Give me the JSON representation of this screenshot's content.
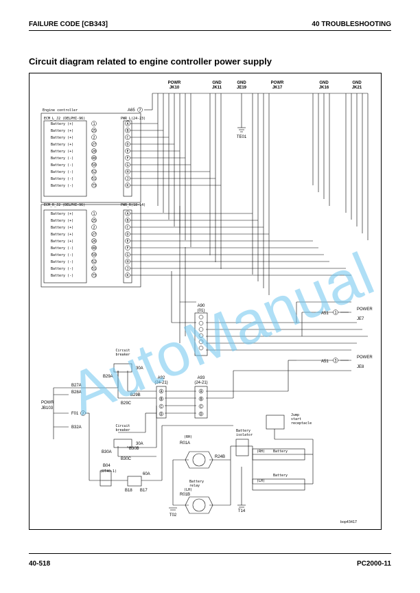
{
  "header": {
    "left": "FAILURE CODE [CB343]",
    "right": "40 TROUBLESHOOTING"
  },
  "title": "Circuit diagram related to engine controller power supply",
  "footer": {
    "left": "40-518",
    "right": "PC2000-11"
  },
  "watermark": "AutoManual",
  "diagram": {
    "top_connectors": [
      {
        "l1": "POWR",
        "l2": "JK10"
      },
      {
        "l1": "GND",
        "l2": "JK11"
      },
      {
        "l1": "GND",
        "l2": "JE19"
      },
      {
        "l1": "POWR",
        "l2": "JK17"
      },
      {
        "l1": "GND",
        "l2": "JK16"
      },
      {
        "l1": "GND",
        "l2": "JK21"
      }
    ],
    "a65": "A65",
    "a65_pin": "7",
    "te01": "TE01",
    "engine_controller": "Engine controller",
    "ecm1": {
      "header": "ECM_L_J2 (DELPHI-96)",
      "pwr": "PWR_L(24-23)",
      "rows": [
        {
          "label": "Battery (+)",
          "pin": "1",
          "letter": "A"
        },
        {
          "label": "Battery (+)",
          "pin": "25",
          "letter": "B"
        },
        {
          "label": "Battery (+)",
          "pin": "2",
          "letter": "C"
        },
        {
          "label": "Battery (+)",
          "pin": "27",
          "letter": "D"
        },
        {
          "label": "Battery (+)",
          "pin": "28",
          "letter": "E"
        },
        {
          "label": "Battery (-)",
          "pin": "48",
          "letter": "F"
        },
        {
          "label": "Battery (-)",
          "pin": "50",
          "letter": "G"
        },
        {
          "label": "Battery (-)",
          "pin": "52",
          "letter": "H"
        },
        {
          "label": "Battery (-)",
          "pin": "51",
          "letter": "J"
        },
        {
          "label": "Battery (-)",
          "pin": "73",
          "letter": "K"
        }
      ]
    },
    "ecm2": {
      "header": "ECM_R_J2 (DELPHI-96)",
      "pwr": "PWR_R(18-14)",
      "rows": [
        {
          "label": "Battery (+)",
          "pin": "1",
          "letter": "A"
        },
        {
          "label": "Battery (+)",
          "pin": "25",
          "letter": "B"
        },
        {
          "label": "Battery (+)",
          "pin": "2",
          "letter": "C"
        },
        {
          "label": "Battery (+)",
          "pin": "27",
          "letter": "D"
        },
        {
          "label": "Battery (+)",
          "pin": "26",
          "letter": "E"
        },
        {
          "label": "Battery (-)",
          "pin": "48",
          "letter": "F"
        },
        {
          "label": "Battery (-)",
          "pin": "50",
          "letter": "G"
        },
        {
          "label": "Battery (-)",
          "pin": "52",
          "letter": "H"
        },
        {
          "label": "Battery (-)",
          "pin": "51",
          "letter": "J"
        },
        {
          "label": "Battery (-)",
          "pin": "73",
          "letter": "K"
        }
      ]
    },
    "a90": {
      "l1": "A90",
      "l2": "(01)"
    },
    "a51_top": {
      "label": "A51",
      "pin": "1",
      "power": "POWER",
      "conn": "JE7"
    },
    "a51_bot": {
      "label": "A51",
      "pin": "3",
      "power": "POWER",
      "conn": "JE8"
    },
    "cb1": {
      "l1": "Circuit",
      "l2": "breaker",
      "rating": "30A",
      "label": "B29A"
    },
    "cb2": {
      "l1": "Circuit",
      "l2": "breaker",
      "rating": "30A",
      "label": "B30A"
    },
    "a92": {
      "l1": "A92",
      "l2": "(24-21)"
    },
    "a93": {
      "l1": "A93",
      "l2": "(24-21)"
    },
    "b27a": "B27A",
    "b28a": "B28A",
    "powr_jb103": {
      "l1": "POWR",
      "l2": "JB103"
    },
    "f01": "F01",
    "f01_pin": "2",
    "b32a": "B32A",
    "b29b": "B29B",
    "b29c": "B29C",
    "b30b": "B30B",
    "b30c": "B30C",
    "b04": {
      "l1": "B04",
      "l2": "(DT40-1)"
    },
    "b18": "B18",
    "b17": "B17",
    "fuse60": "60A",
    "jump": {
      "l1": "Jump",
      "l2": "start",
      "l3": "receptacle"
    },
    "isolator": {
      "l1": "Battery",
      "l2": "isolator"
    },
    "r01a": {
      "side": "(RH)",
      "label": "R01A"
    },
    "r01b": {
      "side": "(LH)",
      "label": "R01B"
    },
    "relay": {
      "l1": "Battery",
      "l2": "relay"
    },
    "r24b": "R24B",
    "battery_rh": {
      "side": "(RH)",
      "l1": "Battery",
      "l2": "Battery"
    },
    "battery_lh": {
      "side": "(LH)",
      "l1": "Battery",
      "l2": "Battery"
    },
    "t02": "T02",
    "t14": "T14",
    "code": "bop43417"
  }
}
